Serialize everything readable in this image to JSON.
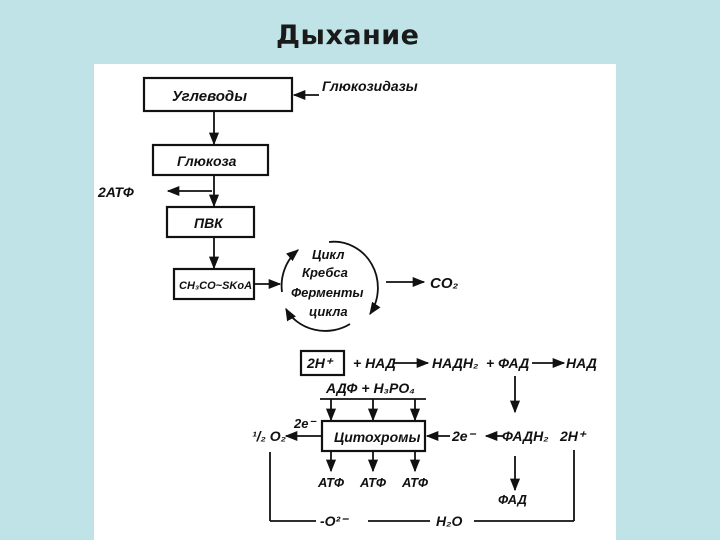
{
  "slide": {
    "title": "Дыхание"
  },
  "diagram": {
    "carbohydrates": "Углеводы",
    "glucosidases": "Глюкозидазы",
    "glucose": "Глюкоза",
    "atp2": "2АТФ",
    "pvk": "ПВК",
    "acetyl_coa": "CH₃CO~SKoA",
    "krebs_cycle": [
      "Цикл",
      "Кребса",
      "Ферменты",
      "цикла"
    ],
    "co2": "CO₂",
    "h2_ion": "2H⁺",
    "nad_plus": "+ НАД",
    "nadh2": "НАДН₂",
    "fad_plus": "+ ФАД",
    "nad_out": "НАД",
    "adp_phosphate": "АДФ + H₃PO₄",
    "half_o2": "¹/₂ O₂",
    "e2_left": "2e⁻",
    "cytochromes": "Цитохромы",
    "e2_right": "2e⁻",
    "fadh2": "ФАДН₂",
    "h2_right": "2H⁺",
    "atp_outputs": [
      "АТФ",
      "АТФ",
      "АТФ"
    ],
    "fad_out": "ФАД",
    "o2_minus": "-O²⁻",
    "water": "H₂O"
  }
}
